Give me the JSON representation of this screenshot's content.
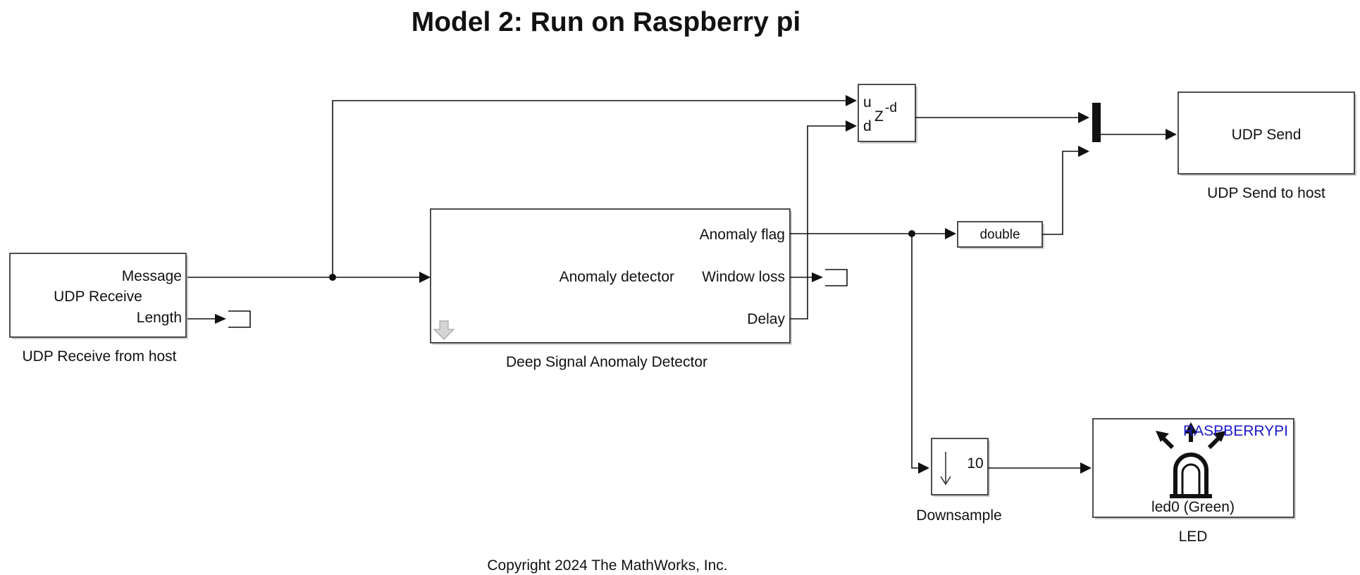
{
  "title": "Model 2: Run on Raspberry pi",
  "copyright": "Copyright 2024 The MathWorks, Inc.",
  "colors": {
    "raspberry_label": "#1a1acc",
    "line": "#111111"
  },
  "blocks": {
    "udp_receive": {
      "caption": "UDP Receive from host",
      "center_text": "UDP Receive",
      "ports": {
        "message": "Message",
        "length": "Length"
      }
    },
    "detector": {
      "caption": "Deep Signal Anomaly Detector",
      "center_text": "Anomaly detector",
      "ports": {
        "anomaly_flag": "Anomaly flag",
        "window_loss": "Window loss",
        "delay": "Delay"
      }
    },
    "variable_delay": {
      "u_port": "u",
      "d_port": "d",
      "z": "Z",
      "exp": "-d"
    },
    "convert": {
      "text": "double"
    },
    "udp_send": {
      "caption": "UDP Send to host",
      "center_text": "UDP Send"
    },
    "downsample": {
      "caption": "Downsample",
      "factor": "10"
    },
    "led": {
      "caption": "LED",
      "header": "RASPBERRYPI",
      "label": "led0 (Green)"
    }
  }
}
